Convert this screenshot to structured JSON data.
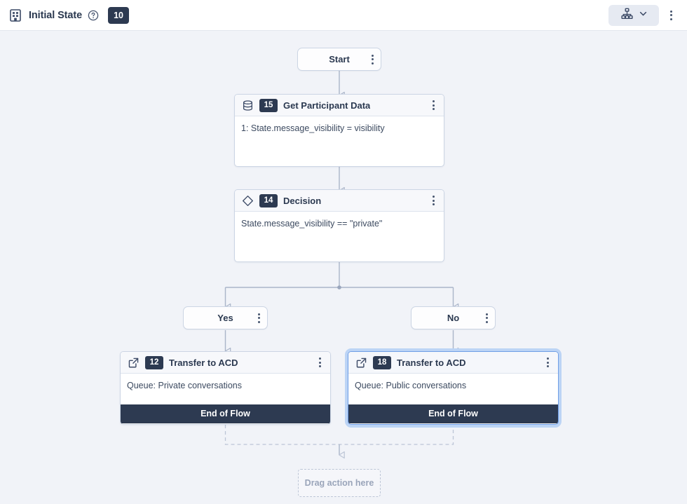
{
  "header": {
    "app_icon": "flow-building-icon",
    "title": "Initial State",
    "help_icon": "help-circle-icon",
    "count_badge": "10",
    "view_toggle_icon": "hierarchy-icon",
    "view_toggle_chevron": "chevron-down-icon",
    "overflow_icon": "kebab-menu-icon"
  },
  "colors": {
    "canvas_bg": "#f1f3f8",
    "badge_bg": "#2d3a51",
    "node_border": "#ccd5e4",
    "selection_ring": "#bcd4f5",
    "edge": "#aab5c9",
    "dashed_edge": "#bcc5d6"
  },
  "flow": {
    "start": {
      "label": "Start",
      "menu_icon": "kebab-menu-icon"
    },
    "get_participant_data": {
      "icon": "database-icon",
      "id": "15",
      "title": "Get Participant Data",
      "body": "1: State.message_visibility = visibility",
      "menu_icon": "kebab-menu-icon"
    },
    "decision": {
      "icon": "diamond-icon",
      "id": "14",
      "title": "Decision",
      "body": "State.message_visibility == \"private\"",
      "menu_icon": "kebab-menu-icon"
    },
    "branch_yes": {
      "label": "Yes",
      "menu_icon": "kebab-menu-icon"
    },
    "branch_no": {
      "label": "No",
      "menu_icon": "kebab-menu-icon"
    },
    "transfer_private": {
      "icon": "external-link-icon",
      "id": "12",
      "title": "Transfer to ACD",
      "body": "Queue: Private conversations",
      "footer": "End of Flow",
      "menu_icon": "kebab-menu-icon",
      "selected": false
    },
    "transfer_public": {
      "icon": "external-link-icon",
      "id": "18",
      "title": "Transfer to ACD",
      "body": "Queue: Public conversations",
      "footer": "End of Flow",
      "menu_icon": "kebab-menu-icon",
      "selected": true
    },
    "dropzone": {
      "label": "Drag action here"
    }
  }
}
